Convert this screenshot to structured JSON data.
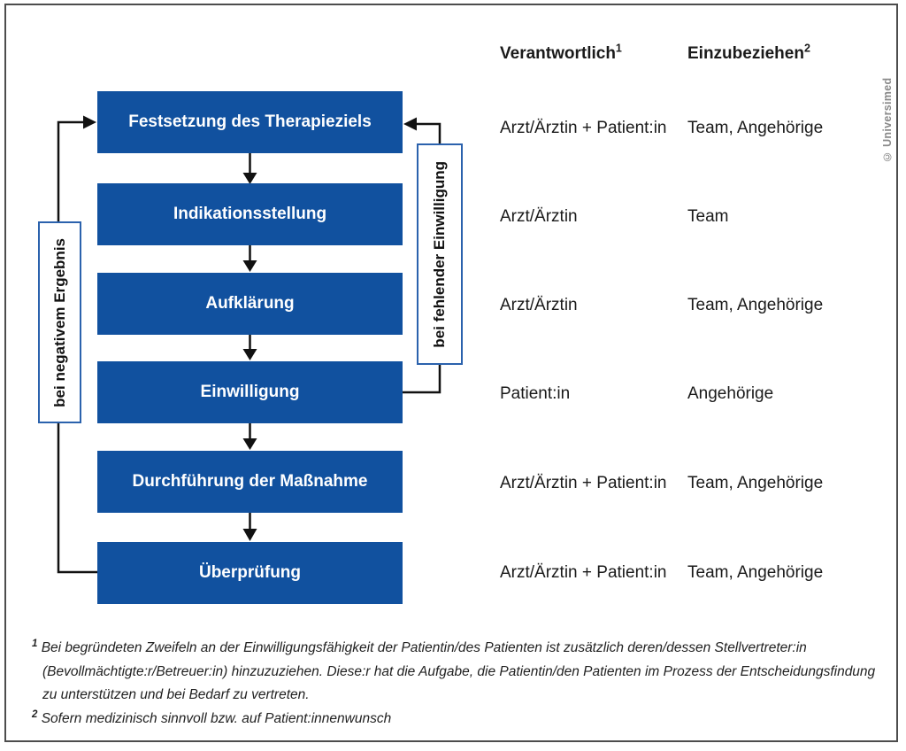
{
  "colors": {
    "box_blue": "#11519f",
    "side_label_border_blue": "#2b62ad",
    "frame_gray": "#4d4d4d",
    "copyright_gray": "#8a8a8a",
    "connector_black": "#111111"
  },
  "copyright": "© Universimed",
  "table": {
    "headers": [
      {
        "label": "Verantwortlich",
        "sup": "1"
      },
      {
        "label": "Einzubeziehen",
        "sup": "2"
      }
    ]
  },
  "steps": [
    {
      "label": "Festsetzung des Therapieziels",
      "responsible": "Arzt/Ärztin + Patient:in",
      "involve": "Team, Angehörige"
    },
    {
      "label": "Indikationsstellung",
      "responsible": "Arzt/Ärztin",
      "involve": "Team"
    },
    {
      "label": "Aufklärung",
      "responsible": "Arzt/Ärztin",
      "involve": "Team, Angehörige"
    },
    {
      "label": "Einwilligung",
      "responsible": "Patient:in",
      "involve": "Angehörige"
    },
    {
      "label": "Durchführung der Maßnahme",
      "responsible": "Arzt/Ärztin + Patient:in",
      "involve": "Team, Angehörige"
    },
    {
      "label": "Überprüfung",
      "responsible": "Arzt/Ärztin + Patient:in",
      "involve": "Team, Angehörige"
    }
  ],
  "side_labels": {
    "left": "bei negativem Ergebnis",
    "right": "bei fehlender Einwilligung"
  },
  "footnotes": {
    "f1": {
      "sup": "1",
      "line1": "Bei begründeten Zweifeln an der Einwilligungsfähigkeit der Patientin/des Patienten ist zusätzlich deren/dessen Stellvertreter:in",
      "line2": "(Bevollmächtigte:r/Betreuer:in) hinzuzuziehen. Diese:r hat die Aufgabe, die Patientin/den Patienten im Prozess der Entscheidungsfindung",
      "line3": "zu unterstützen und bei Bedarf zu vertreten."
    },
    "f2": {
      "sup": "2",
      "line1": "Sofern medizinisch sinnvoll bzw. auf Patient:innenwunsch"
    }
  }
}
